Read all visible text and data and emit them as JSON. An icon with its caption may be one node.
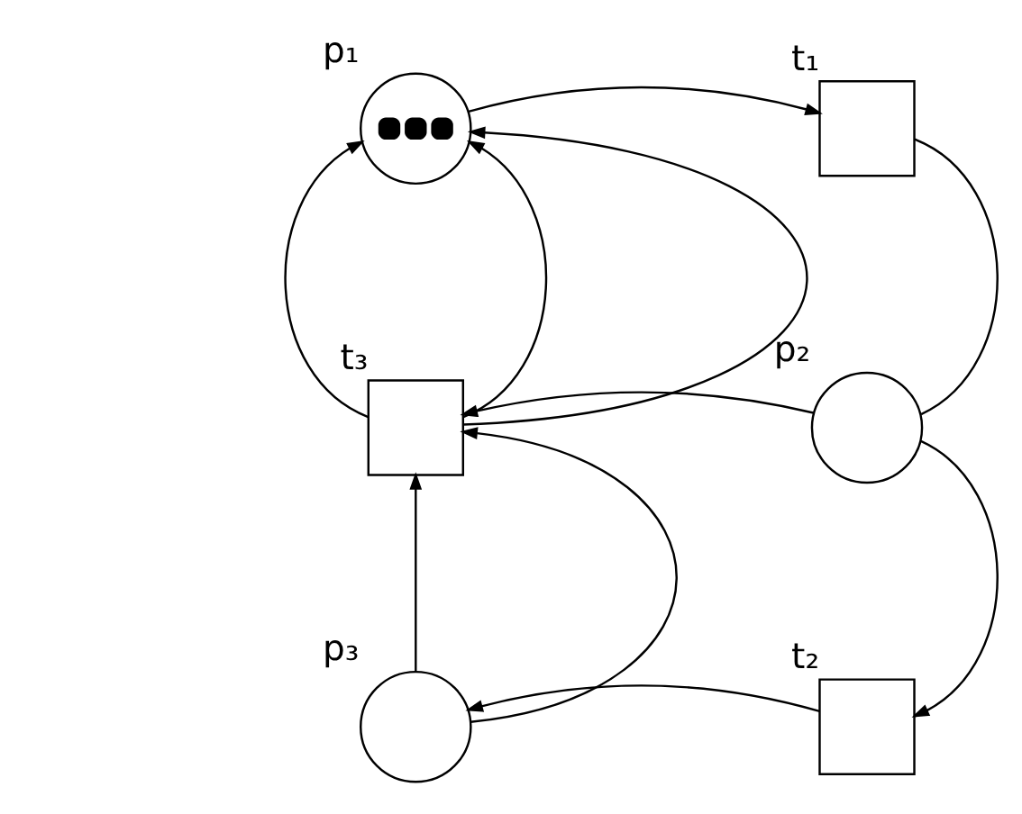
{
  "diagram": {
    "nodes": [
      {
        "text": [
          "p₁"
        ]
      },
      {
        "text": [
          "t₁"
        ]
      },
      {
        "text": [
          "t₃"
        ]
      },
      {
        "text": [
          "p₂"
        ]
      },
      {
        "text": [
          "p₃"
        ]
      },
      {
        "text": [
          "t₂"
        ]
      }
    ],
    "edges": [
      {
        "from": 0,
        "to": 1,
        "arrow": "to"
      },
      {
        "from": 1,
        "to": 3,
        "arrow": "none"
      },
      {
        "from": 3,
        "to": 2,
        "arrow": "to"
      },
      {
        "from": 3,
        "to": 5,
        "arrow": "to"
      },
      {
        "from": 5,
        "to": 4,
        "arrow": "to"
      },
      {
        "from": 4,
        "to": 2,
        "arrow": "to"
      },
      {
        "from": 4,
        "to": 2,
        "arrow": "to"
      },
      {
        "from": 2,
        "to": 0,
        "arrow": "to"
      },
      {
        "from": 2,
        "to": 0,
        "arrow": "to"
      },
      {
        "from": 2,
        "to": 0,
        "arrow": "to"
      }
    ]
  }
}
